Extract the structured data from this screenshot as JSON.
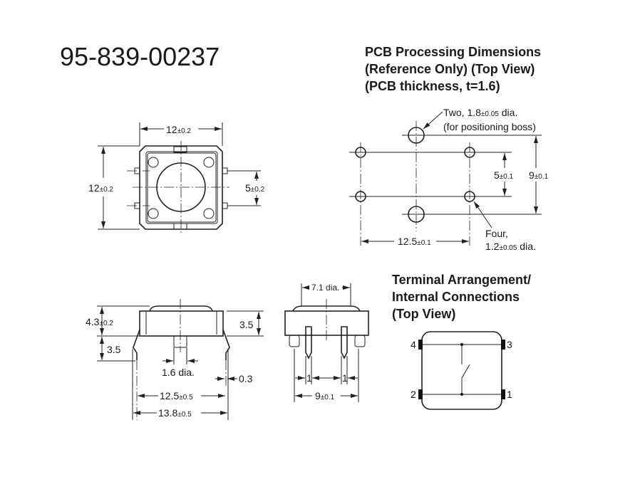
{
  "title": "95-839-00237",
  "pcb": {
    "heading": [
      "PCB Processing Dimensions",
      "(Reference Only) (Top View)",
      "(PCB thickness, t=1.6)"
    ],
    "boss_note": {
      "main": "Two, 1.8",
      "tol": "±0.05",
      "suffix": " dia.",
      "line2": "(for positioning boss)"
    },
    "hole_note": {
      "line1": "Four,",
      "main": "1.2",
      "tol": "±0.05",
      "suffix": " dia."
    },
    "dim_5": {
      "main": "5",
      "tol": "±0.1"
    },
    "dim_9": {
      "main": "9",
      "tol": "±0.1"
    },
    "dim_12_5": {
      "main": "12.5",
      "tol": "±0.1"
    }
  },
  "top_view": {
    "width": {
      "main": "12",
      "tol": "±0.2"
    },
    "height": {
      "main": "12",
      "tol": "±0.2"
    },
    "pitch": {
      "main": "5",
      "tol": "±0.2"
    }
  },
  "side_view": {
    "height": {
      "main": "4.3",
      "tol": "±0.2"
    },
    "leg": "3.5",
    "body": "3.5",
    "stem": "1.6 dia.",
    "lead": "0.3",
    "span1": {
      "main": "12.5",
      "tol": "±0.5"
    },
    "span2": {
      "main": "13.8",
      "tol": "±0.5"
    }
  },
  "front_view": {
    "plunger": "7.1 dia.",
    "pin_w1": "1",
    "pin_w2": "1",
    "pitch": {
      "main": "9",
      "tol": "±0.1"
    }
  },
  "terminal": {
    "heading": [
      "Terminal Arrangement/",
      "Internal Connections",
      "(Top View)"
    ],
    "pins": [
      "4",
      "3",
      "2",
      "1"
    ]
  }
}
